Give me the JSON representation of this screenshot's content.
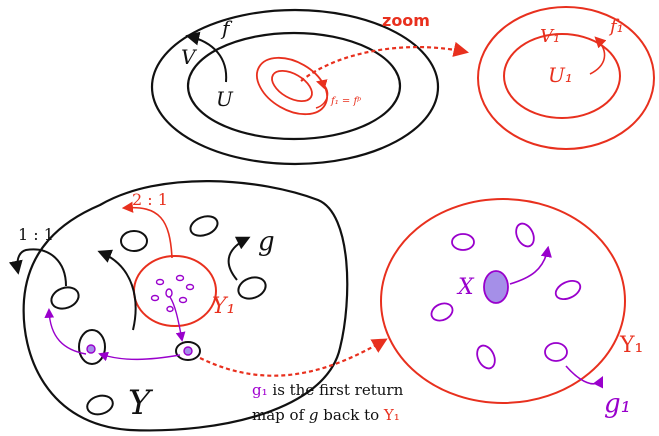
{
  "colors": {
    "black": "#111111",
    "red": "#e8301e",
    "purple": "#9900cc",
    "purple_fill": "#a58fe8"
  },
  "top_left": {
    "label_f": "f",
    "label_V": "V",
    "label_U": "U",
    "label_f1_eq": "f₁ = fᵖ"
  },
  "zoom": {
    "label": "zoom"
  },
  "top_right": {
    "label_V1": "V₁",
    "label_f1": "f₁",
    "label_U1": "U₁"
  },
  "bottom_left": {
    "label_2to1": "2 : 1",
    "label_1to1": "1 : 1",
    "label_g": "g",
    "label_Y1": "Y₁",
    "label_Y": "Y"
  },
  "bottom_right": {
    "label_X": "X",
    "label_Y1": "Y₁",
    "label_g1": "g₁"
  },
  "caption": {
    "g1": "g₁",
    "line1_rest": " is the first return",
    "line2_start": "map  of ",
    "g": "g",
    "line2_mid": " back to ",
    "Y1": "Y₁"
  }
}
